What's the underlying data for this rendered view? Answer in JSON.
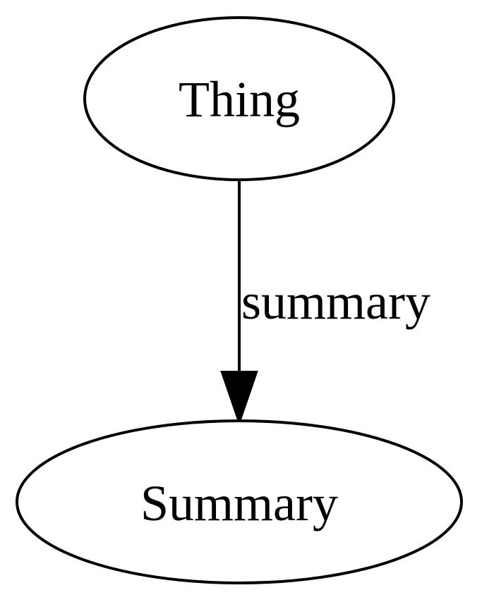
{
  "diagram": {
    "nodes": [
      {
        "id": "thing",
        "label": "Thing"
      },
      {
        "id": "summary",
        "label": "Summary"
      }
    ],
    "edges": [
      {
        "from": "thing",
        "to": "summary",
        "label": "summary"
      }
    ]
  }
}
